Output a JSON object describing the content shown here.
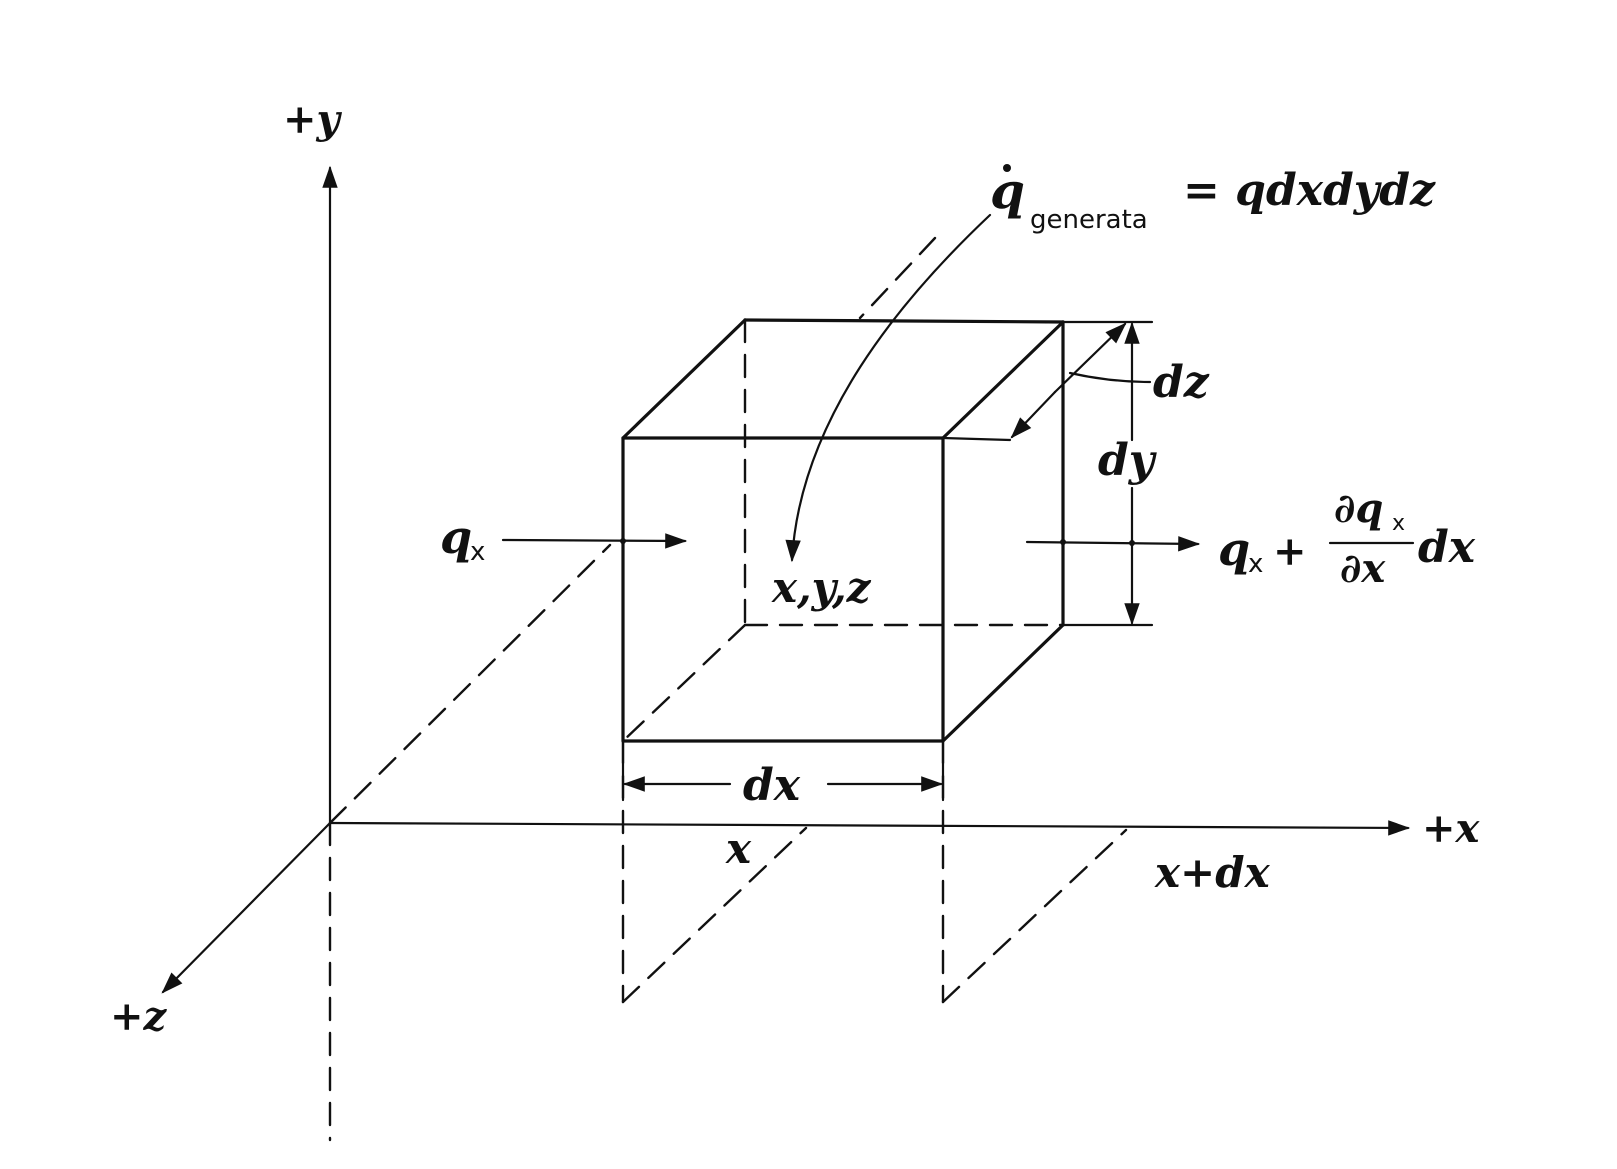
{
  "axes": {
    "y_label": "+y",
    "x_label": "+x",
    "z_label": "+z"
  },
  "labels": {
    "q_generated_symbol": "q",
    "q_generated_subscript": "generata",
    "q_generated_formula": "= qdxdydz",
    "dz": "dz",
    "dy": "dy",
    "dx": "dx",
    "point": "x,y,z",
    "x_pos": "x",
    "x_plus_dx": "x+dx",
    "q_in_symbol": "q",
    "q_in_subscript": "x",
    "q_out_symbol": "q",
    "q_out_subscript": "x",
    "q_out_plus": "+",
    "partial_num": "∂q",
    "partial_num_sub": "x",
    "partial_den": "∂x",
    "q_out_dx": "dx"
  }
}
